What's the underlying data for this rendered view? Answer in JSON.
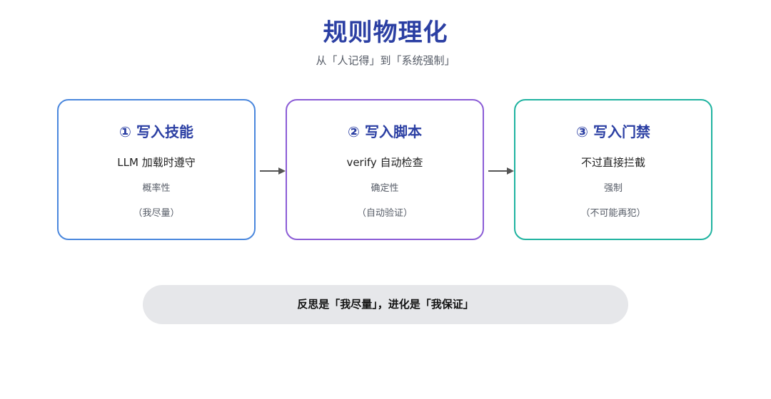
{
  "header": {
    "title": "规则物理化",
    "subtitle": "从「人记得」到「系统强制」"
  },
  "steps": [
    {
      "heading": "① 写入技能",
      "line1": "LLM 加载时遵守",
      "line2": "概率性",
      "line3": "（我尽量）",
      "border_color": "#4a87dd"
    },
    {
      "heading": "② 写入脚本",
      "line1": "verify 自动检查",
      "line2": "确定性",
      "line3": "（自动验证）",
      "border_color": "#8b5cd6"
    },
    {
      "heading": "③ 写入门禁",
      "line1": "不过直接拦截",
      "line2": "强制",
      "line3": "（不可能再犯）",
      "border_color": "#1fb3a0"
    }
  ],
  "footer": {
    "text": "反思是「我尽量」，进化是「我保证」"
  },
  "colors": {
    "title": "#2b3fa3",
    "arrow": "#555555",
    "pill_bg": "#e6e7ea"
  }
}
